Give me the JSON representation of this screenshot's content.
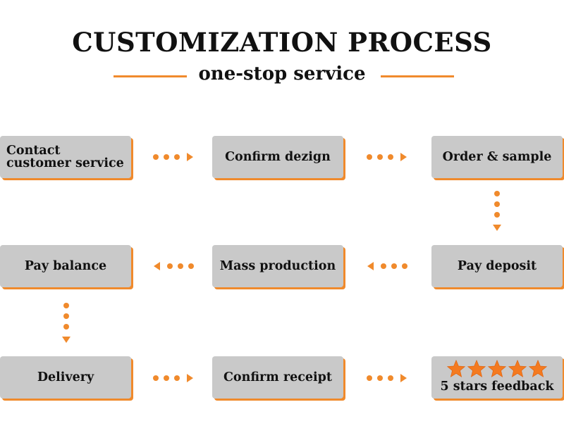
{
  "header": {
    "title": "CUSTOMIZATION PROCESS",
    "subtitle": "one-stop service"
  },
  "colors": {
    "accent": "#f08a2c",
    "box": "#c9c9c9",
    "text": "#111111",
    "star": "#f47a20"
  },
  "steps": [
    {
      "label": "Contact customer service"
    },
    {
      "label": "Confirm dezign"
    },
    {
      "label": "Order & sample"
    },
    {
      "label": "Pay deposit"
    },
    {
      "label": "Mass production"
    },
    {
      "label": "Pay balance"
    },
    {
      "label": "Delivery"
    },
    {
      "label": "Confirm receipt"
    },
    {
      "label": "5 stars feedback",
      "stars": 5
    }
  ],
  "icons": {
    "arrow": "dotted-arrow-icon",
    "star": "star-icon"
  }
}
